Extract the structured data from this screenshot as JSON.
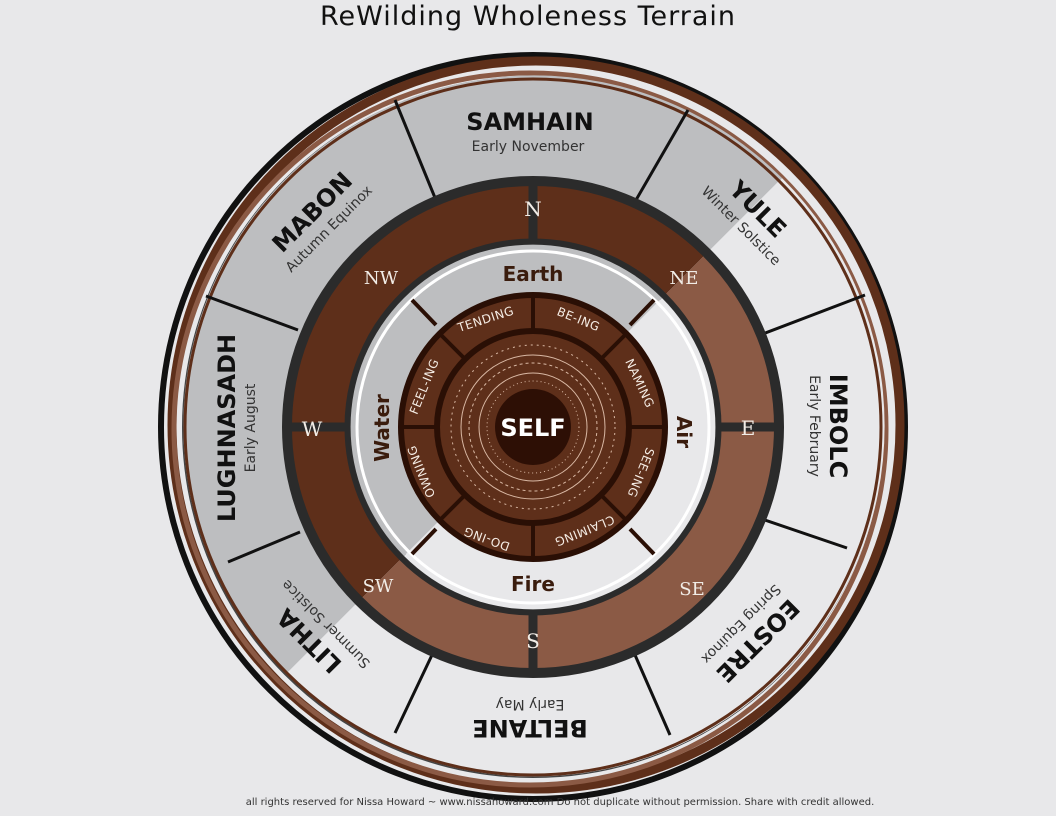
{
  "title": "ReWilding Wholeness Terrain",
  "footer": "all rights reserved for Nissa Howard ~ www.nissahoward.com Do not duplicate without permission. Share with credit allowed.",
  "seasons": [
    {
      "name": "SAMHAIN",
      "sub": "Early November"
    },
    {
      "name": "YULE",
      "sub": "Winter Solstice"
    },
    {
      "name": "IMBOLC",
      "sub": "Early February"
    },
    {
      "name": "EOSTRE",
      "sub": "Spring Equinox"
    },
    {
      "name": "BELTANE",
      "sub": "Early May"
    },
    {
      "name": "LITHA",
      "sub": "Summer Solstice"
    },
    {
      "name": "LUGHNASADH",
      "sub": "Early August"
    },
    {
      "name": "MABON",
      "sub": "Autumn Equinox"
    }
  ],
  "directions": {
    "N": "N",
    "NE": "NE",
    "E": "E",
    "SE": "SE",
    "S": "S",
    "SW": "SW",
    "W": "W",
    "NW": "NW"
  },
  "elements": {
    "earth": "Earth",
    "air": "Air",
    "fire": "Fire",
    "water": "Water"
  },
  "ing_words": [
    "TENDING",
    "BE-ING",
    "NAMING",
    "SEE-ING",
    "CLAIMING",
    "DO-ING",
    "OWNING",
    "FEEL-ING"
  ],
  "center": "SELF",
  "colors": {
    "background": "#e8e8ea",
    "dark_brown": "#5e2f1a",
    "light_brown": "#8b5a45",
    "deep_brown": "#3f1a0a",
    "gray": "#bdbec0",
    "light": "#e8e8ea",
    "ring_dark": "#444444"
  }
}
